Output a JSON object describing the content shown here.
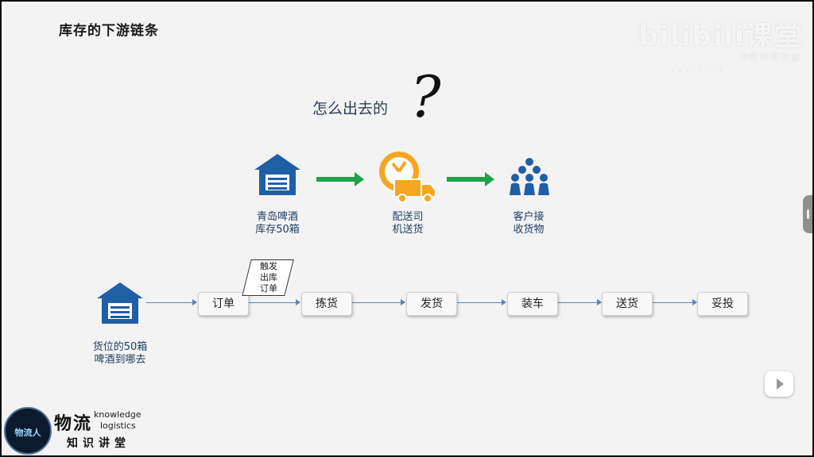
{
  "title": "库存的下游链条",
  "watermark": {
    "brand": "bilibili课堂",
    "sub": "哔哩哔哩课堂"
  },
  "question": {
    "text": "怎么出去的",
    "mark": "?"
  },
  "top_flow": {
    "nodes": [
      {
        "label": "青岛啤酒\n库存50箱",
        "icon": "warehouse-icon"
      },
      {
        "label": "配送司\n机送货",
        "icon": "delivery-truck-clock-icon"
      },
      {
        "label": "客户接\n收货物",
        "icon": "customers-group-icon"
      }
    ]
  },
  "bottom_flow": {
    "source": {
      "label": "货位的50箱\n啤酒到哪去",
      "icon": "warehouse-icon"
    },
    "steps": [
      "订单",
      "拣货",
      "发货",
      "装车",
      "送货",
      "妥投"
    ],
    "note": "触发\n出库\n订单"
  },
  "logo": {
    "badge": "物流人",
    "main": "物流",
    "en_line1": "knowledge",
    "en_line2": "logistics",
    "sub": "知识讲堂"
  },
  "colors": {
    "accent_blue": "#1f5fa6",
    "arrow_green": "#1ea24a",
    "orange": "#f5a623",
    "flow_line": "#5c84b6"
  }
}
